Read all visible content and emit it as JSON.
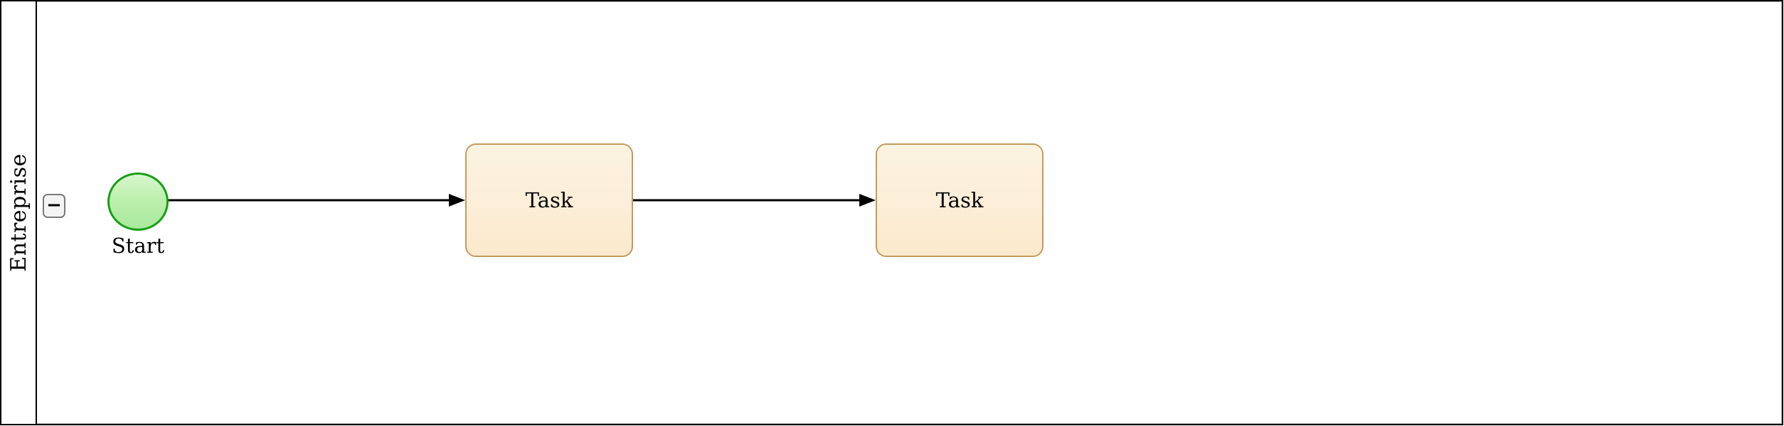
{
  "diagram_type": "bpmn-process",
  "pool": {
    "label": "Entreprise",
    "collapse_glyph": "−"
  },
  "nodes": [
    {
      "id": "start",
      "type": "start-event",
      "label": "Start"
    },
    {
      "id": "task1",
      "type": "task",
      "label": "Task"
    },
    {
      "id": "task2",
      "type": "task",
      "label": "Task"
    }
  ],
  "edges": [
    {
      "from": "start",
      "to": "task1",
      "type": "sequence-flow"
    },
    {
      "from": "task1",
      "to": "task2",
      "type": "sequence-flow"
    }
  ],
  "colors": {
    "canvas_background": "#ffffff",
    "pool_border": "#000000",
    "lane_inner_border": "#b5b5b5",
    "task_border": "#c49b5f",
    "task_fill_top": "#fbf3e1",
    "task_fill_bottom": "#fce9cc",
    "start_event_border": "#16a016",
    "start_event_fill_top": "#d8f6ce",
    "start_event_fill_bottom": "#a9e99d",
    "sequence_flow": "#000000",
    "collapse_button_border": "#7a7a7a",
    "collapse_button_fill": "#f4f4f4"
  }
}
